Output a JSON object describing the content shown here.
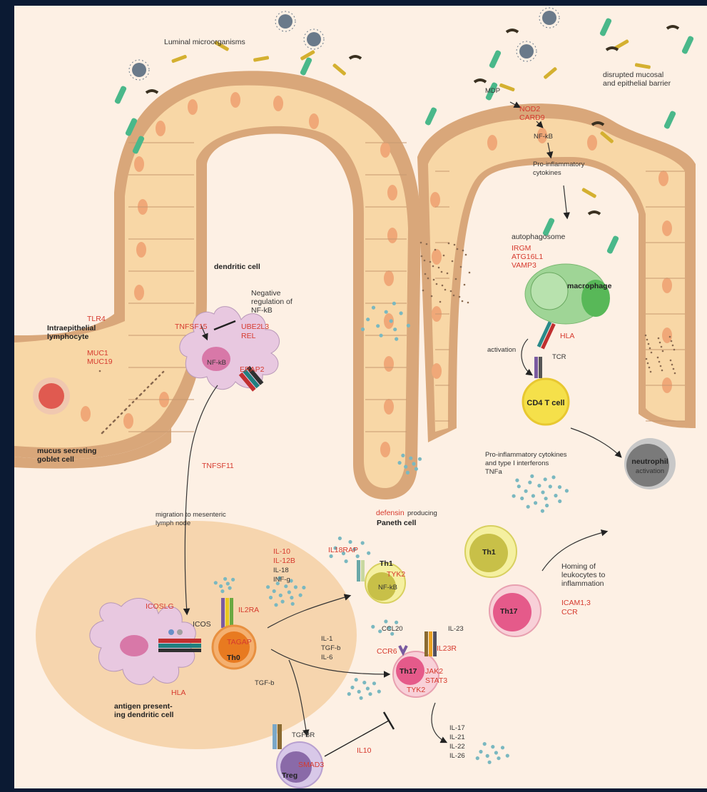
{
  "colors": {
    "page_bg": "#0b1a33",
    "panel_bg": "#fdf0e4",
    "epithelium": "#f8d7a6",
    "tissue_brown": "#d9a77a",
    "nucleus": "#f0a878",
    "gene_red": "#d63a2e",
    "dendritic": "#e8c8e0",
    "macrophage": "#9fd596",
    "cd4": "#f5e04a",
    "th1": "#c8c048",
    "th17": "#e55a8a",
    "treg": "#8a6aa8",
    "neutrophil": "#8a8a8a",
    "bacteria_green": "#4ab88a",
    "bacteria_yellow": "#d4b030"
  },
  "labels": {
    "luminal": "Luminal microorganisms",
    "disrupted": "disrupted mucosal\nand epithelial barrier",
    "mdp": "MDP",
    "nod2": "NOD2",
    "card9": "CARD9",
    "nfkb_epi": "NF-kB",
    "proinf": "Pro-inflammatory\ncytokines",
    "autophagosome": "autophagosome",
    "irgm": "IRGM",
    "atg16l1": "ATG16L1",
    "vamp3": "VAMP3",
    "macrophage": "macrophage",
    "hla_mac": "HLA",
    "activation": "activation",
    "tcr": "TCR",
    "cd4": "CD4 T cell",
    "proinf_type1": "Pro-inflammatory cytokines\nand type I interferons\nTNFa",
    "neutrophil": "neutrophil",
    "neutrophil_act": "activation",
    "dendritic_cell": "dendritic cell",
    "neg_reg": "Negative\nregulation of\nNF-kB",
    "tlr4": "TLR4",
    "tnfsf15": "TNFSF15",
    "ube2l3": "UBE2L3",
    "rel": "REL",
    "nfkb_dc": "NF-kB",
    "erap2": "ERAP2",
    "intraepi": "Intraepithelial\nlymphocyte",
    "muc1": "MUC1",
    "muc19": "MUC19",
    "goblet": "mucus secreting\ngoblet cell",
    "tnfsf11": "TNFSF11",
    "migration": "migration to mesenteric\nlymph node",
    "defensin": "defensin",
    "producing": " producing",
    "paneth": "Paneth cell",
    "il10_list": "IL-10",
    "il12b": "IL-12B",
    "il18": "IL-18",
    "infg": "INF-g",
    "il18rap": "IL18RAP",
    "th1_label": "Th1",
    "tyk2_th1": "TYK2",
    "nfkb_th1": "NF-kB",
    "icoslg": "ICOSLG",
    "icos": "ICOS",
    "il2ra": "IL2RA",
    "tagap": "TAGAP",
    "th0": "Th0",
    "hla_dc": "HLA",
    "apdc": "antigen present-\ning dendritic cell",
    "il1": "IL-1",
    "tgfb1": "TGF-b",
    "il6": "IL-6",
    "ccl20": "CCL20",
    "il23": "IL-23",
    "ccr6": "CCR6",
    "il23r": "IL23R",
    "th17_label": "Th17",
    "jak2": "JAK2",
    "stat3": "STAT3",
    "tyk2": "TYK2",
    "tgfb2": "TGF-b",
    "tgfbr": "TGFBR",
    "smad3": "SMAD3",
    "treg": "Treg",
    "il10": "IL10",
    "il17": "IL-17",
    "il21": "IL-21",
    "il22": "IL-22",
    "il26": "IL-26",
    "th1_big": "Th1",
    "th17_big": "Th17",
    "homing": "Homing of\nleukocytes to\ninflammation",
    "icam": "ICAM1,3",
    "ccr": "CCR"
  }
}
